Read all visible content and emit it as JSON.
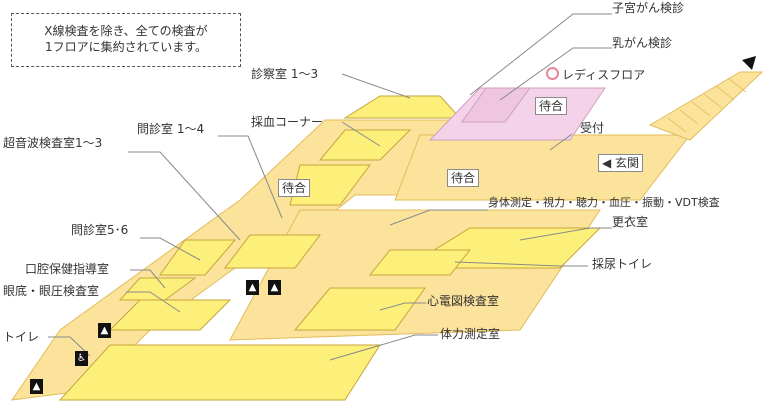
{
  "note": {
    "line1": "X線検査を除き、全ての検査が",
    "line2": "1フロアに集約されています。"
  },
  "floor_name": "レディスフロア",
  "entrance": "◀ 玄関",
  "labels": {
    "uterine_exam": "子宮がん検診",
    "breast_exam": "乳がん検診",
    "exam_rooms": "診察室 1～3",
    "blood_collection": "採血コーナー",
    "interview_rooms_1_4": "問診室 1～4",
    "ultrasound_rooms": "超音波検査室1～3",
    "reception": "受付",
    "body_measurement": "身体測定・視力・聴力・血圧・振動・VDT検査",
    "changing_room": "更衣室",
    "interview_rooms_5_6": "問診室5･6",
    "urine_toilet": "採尿トイレ",
    "oral_health": "口腔保健指導室",
    "eye_tests": "眼底・眼圧検査室",
    "ecg_room": "心電図検査室",
    "toilet": "トイレ",
    "fitness_room": "体力測定室"
  },
  "waiting": {
    "ladies": "待合",
    "center": "待合",
    "left": "待合"
  },
  "colors": {
    "floor": "#fbe39c",
    "room": "#fdf07a",
    "ladies": "#f3d2ea",
    "ladies_mid": "#eec7df",
    "accent": "#e8869a"
  }
}
